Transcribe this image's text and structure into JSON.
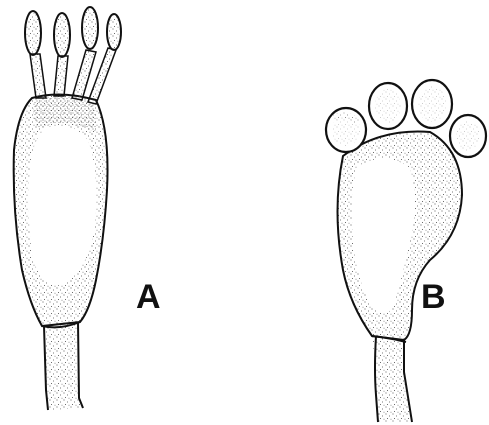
{
  "panels": [
    {
      "id": "A",
      "label": "A"
    },
    {
      "id": "B",
      "label": "B"
    }
  ],
  "colors": {
    "ink": "#111111",
    "stipple": "#3a3a3a",
    "background": "#ffffff"
  }
}
